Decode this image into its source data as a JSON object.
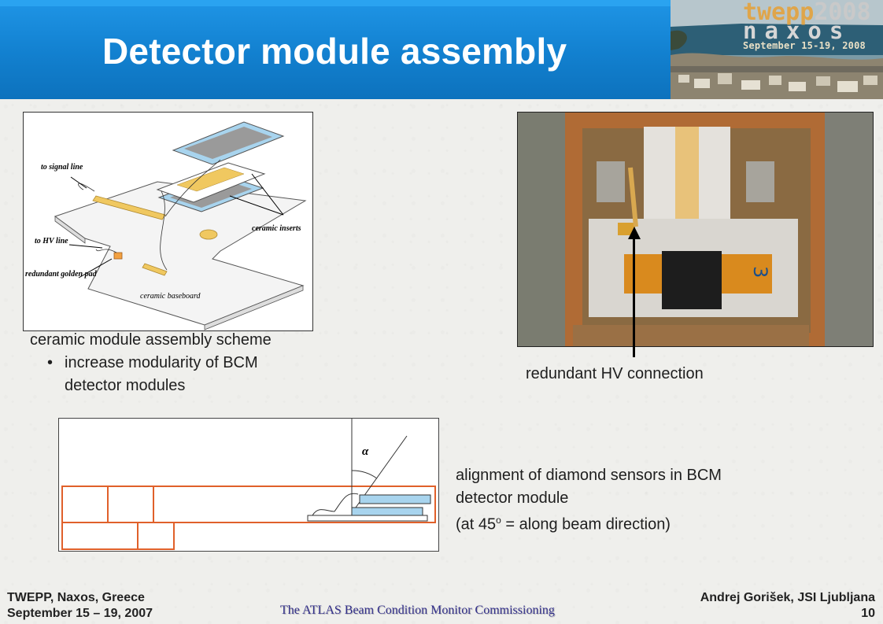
{
  "slide": {
    "title": "Detector module assembly"
  },
  "logo": {
    "line1_a": "twepp",
    "line1_b": "2008",
    "line2": "naxos",
    "line3": "September 15-19, 2008"
  },
  "figure1": {
    "labels": {
      "to_signal_line": "to signal line",
      "to_hv_line": "to HV line",
      "redundant_golden_pad": "redundant golden pad",
      "ceramic_inserts": "ceramic inserts",
      "ceramic_baseboard": "ceramic baseboard"
    },
    "caption": "ceramic module assembly scheme",
    "bullet": "increase modularity of BCM detector modules"
  },
  "figure2": {
    "caption": "redundant HV connection",
    "handwritten_mark": "3"
  },
  "figure3": {
    "angle_label": "α",
    "caption": "alignment of diamond sensors in BCM detector module",
    "caption_line3_pre": "(at 45",
    "caption_line3_sup": "o",
    "caption_line3_post": " = along beam direction)"
  },
  "footer": {
    "left_line1": "TWEPP, Naxos, Greece",
    "left_line2": "September 15 – 19, 2007",
    "center": "The ATLAS Beam Condition Monitor Commissioning",
    "right_line1": "Andrej Gorišek, JSI Ljubljana",
    "page_number": "10"
  },
  "colors": {
    "header_blue": "#1280cf",
    "title_text": "#ffffff",
    "orange_frame": "#e0602a",
    "sensor_blue": "#a8d4ee",
    "footer_center_text": "#33308a"
  }
}
